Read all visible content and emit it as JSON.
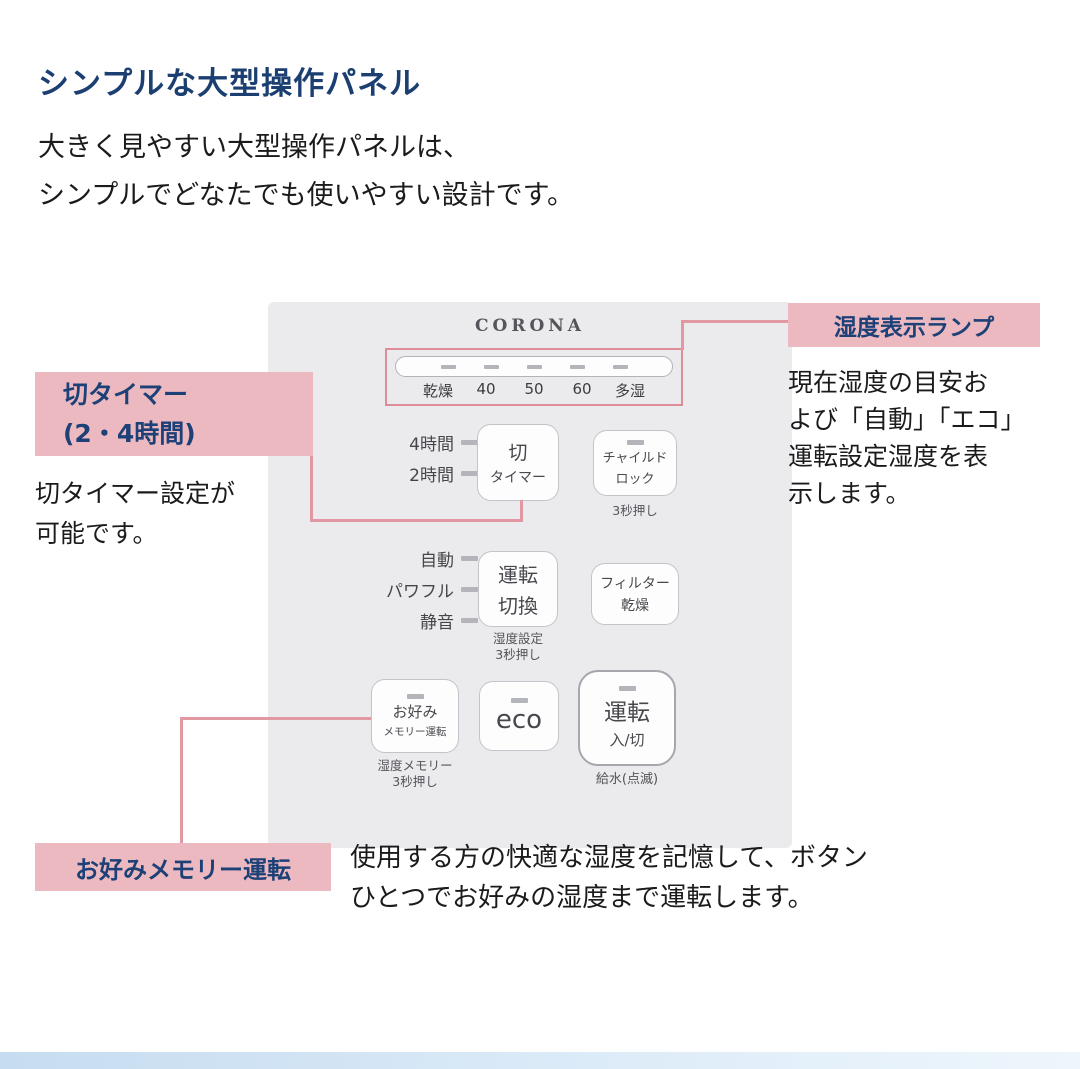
{
  "header": {
    "title": "シンプルな大型操作パネル",
    "intro_line1": "大きく見やすい大型操作パネルは、",
    "intro_line2": "シンプルでどなたでも使いやすい設計です。"
  },
  "colors": {
    "title_navy": "#1c3f72",
    "callout_pink": "#edb9c0",
    "connector_pink": "#e298a2",
    "panel_gray": "#ebebed",
    "bottom_bar_blue": "#c6dcf0"
  },
  "panel": {
    "brand": "CORONA",
    "humidity_scale": [
      "乾燥",
      "40",
      "50",
      "60",
      "多湿"
    ],
    "timer_labels": [
      "4時間",
      "2時間"
    ],
    "mode_labels": [
      "自動",
      "パワフル",
      "静音"
    ],
    "buttons": {
      "off_timer": {
        "line1": "切",
        "line2": "タイマー"
      },
      "child_lock": {
        "line1": "チャイルド",
        "line2": "ロック",
        "note": "3秒押し"
      },
      "mode_switch": {
        "line1": "運転",
        "line2": "切換",
        "note1": "湿度設定",
        "note2": "3秒押し"
      },
      "filter_dry": {
        "line1": "フィルター",
        "line2": "乾燥"
      },
      "memory": {
        "line1": "お好み",
        "line2": "メモリー運転",
        "note1": "湿度メモリー",
        "note2": "3秒押し"
      },
      "eco": {
        "label": "eco"
      },
      "power": {
        "line1": "運転",
        "line2": "入/切",
        "note": "給水(点滅)"
      }
    }
  },
  "callouts": {
    "humidity": {
      "label": "湿度表示ランプ",
      "desc_line1": "現在湿度の目安お",
      "desc_line2": "よび「自動」「エコ」",
      "desc_line3": "運転設定湿度を表",
      "desc_line4": "示します。"
    },
    "timer": {
      "label_line1": "切タイマー",
      "label_line2": "(2・4時間)",
      "desc_line1": "切タイマー設定が",
      "desc_line2": "可能です。"
    },
    "memory": {
      "label": "お好みメモリー運転",
      "desc_line1": "使用する方の快適な湿度を記憶して、ボタン",
      "desc_line2": "ひとつでお好みの湿度まで運転します。"
    }
  }
}
